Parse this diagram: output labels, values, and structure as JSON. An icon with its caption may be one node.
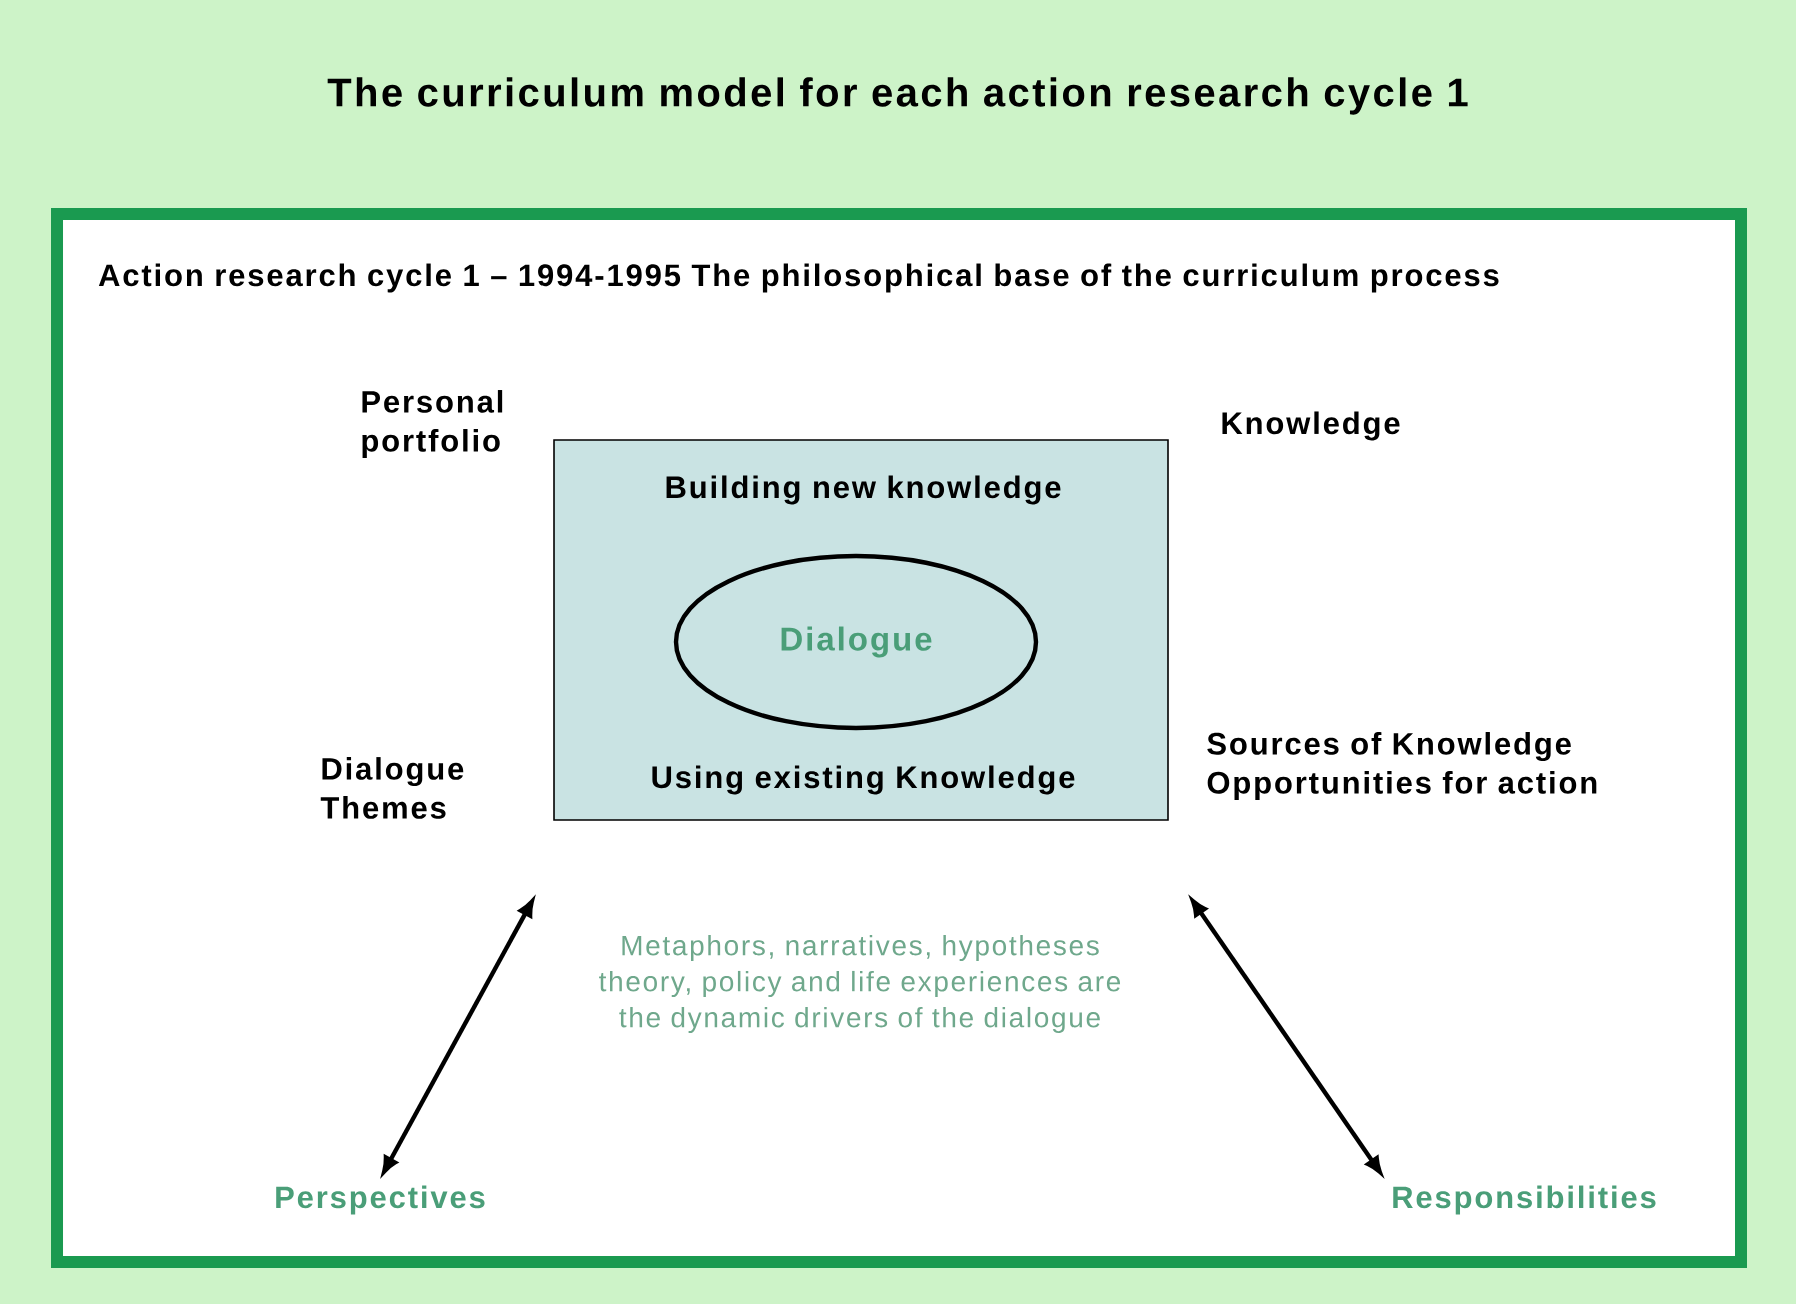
{
  "diagram": {
    "title": "The curriculum model for each action research cycle 1",
    "nodes": [
      {
        "text": [
          "Action research cycle 1 – 1994-1995 The philosophical base of the curriculum process"
        ]
      },
      {
        "text": [
          "Building new knowledge",
          "Using existing Knowledge"
        ],
        "in": 0
      },
      {
        "text": [
          "Dialogue"
        ],
        "in": 1
      },
      {
        "text": [
          "Perspectives"
        ],
        "in": 0
      },
      {
        "text": [
          "Responsibilities"
        ],
        "in": 0
      }
    ],
    "edges": [
      {
        "from": null,
        "to": 3,
        "arrow": "both"
      },
      {
        "from": null,
        "to": 4,
        "arrow": "both"
      }
    ],
    "labels": [
      "Personal portfolio",
      "Knowledge",
      "Dialogue Themes",
      "Sources of Knowledge Opportunities for action",
      "Metaphors, narratives, hypotheses theory, policy and life experiences are the dynamic drivers of the dialogue"
    ]
  }
}
